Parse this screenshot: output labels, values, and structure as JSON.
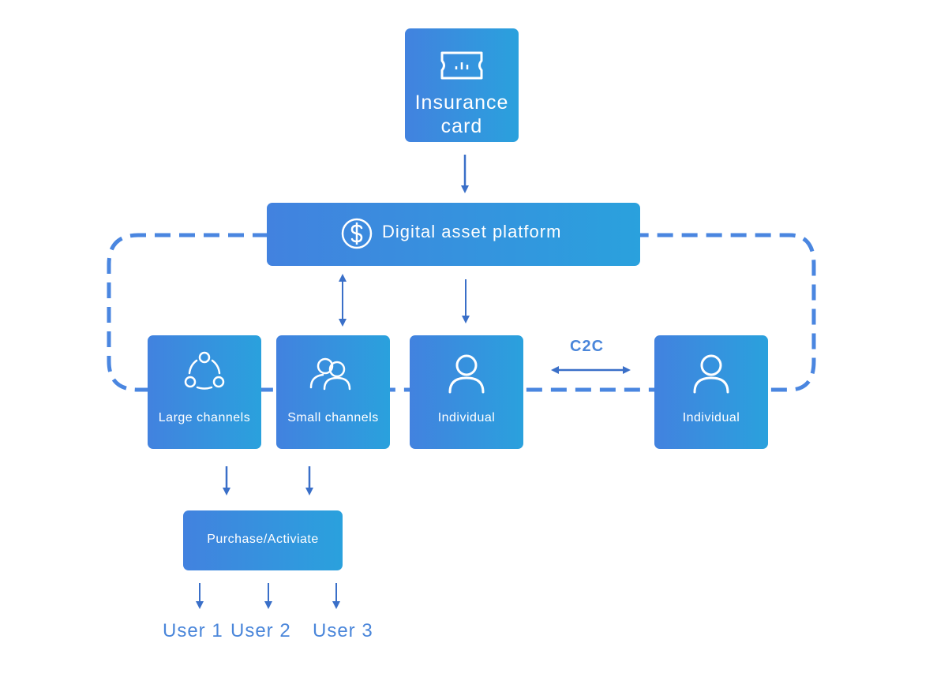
{
  "colors": {
    "box_start": "#4282df",
    "box_end": "#2aa1dd",
    "arrow": "#3a6fc8",
    "dashed": "#4a86e0",
    "text_label": "#4a86da"
  },
  "nodes": {
    "insurance_card": {
      "label_line1": "Insurance",
      "label_line2": "card",
      "icon": "ticket-icon"
    },
    "platform": {
      "label": "Digital asset platform",
      "icon": "dollar-circle-icon"
    },
    "large_channels": {
      "label": "Large channels",
      "icon": "network-icon"
    },
    "small_channels": {
      "label": "Small channels",
      "icon": "users-icon"
    },
    "individual_1": {
      "label": "Individual",
      "icon": "user-icon"
    },
    "individual_2": {
      "label": "Individual",
      "icon": "user-icon"
    },
    "purchase": {
      "label": "Purchase/Activiate"
    }
  },
  "edge_labels": {
    "c2c": "C2C"
  },
  "users": [
    "User 1",
    "User 2",
    "User 3"
  ]
}
